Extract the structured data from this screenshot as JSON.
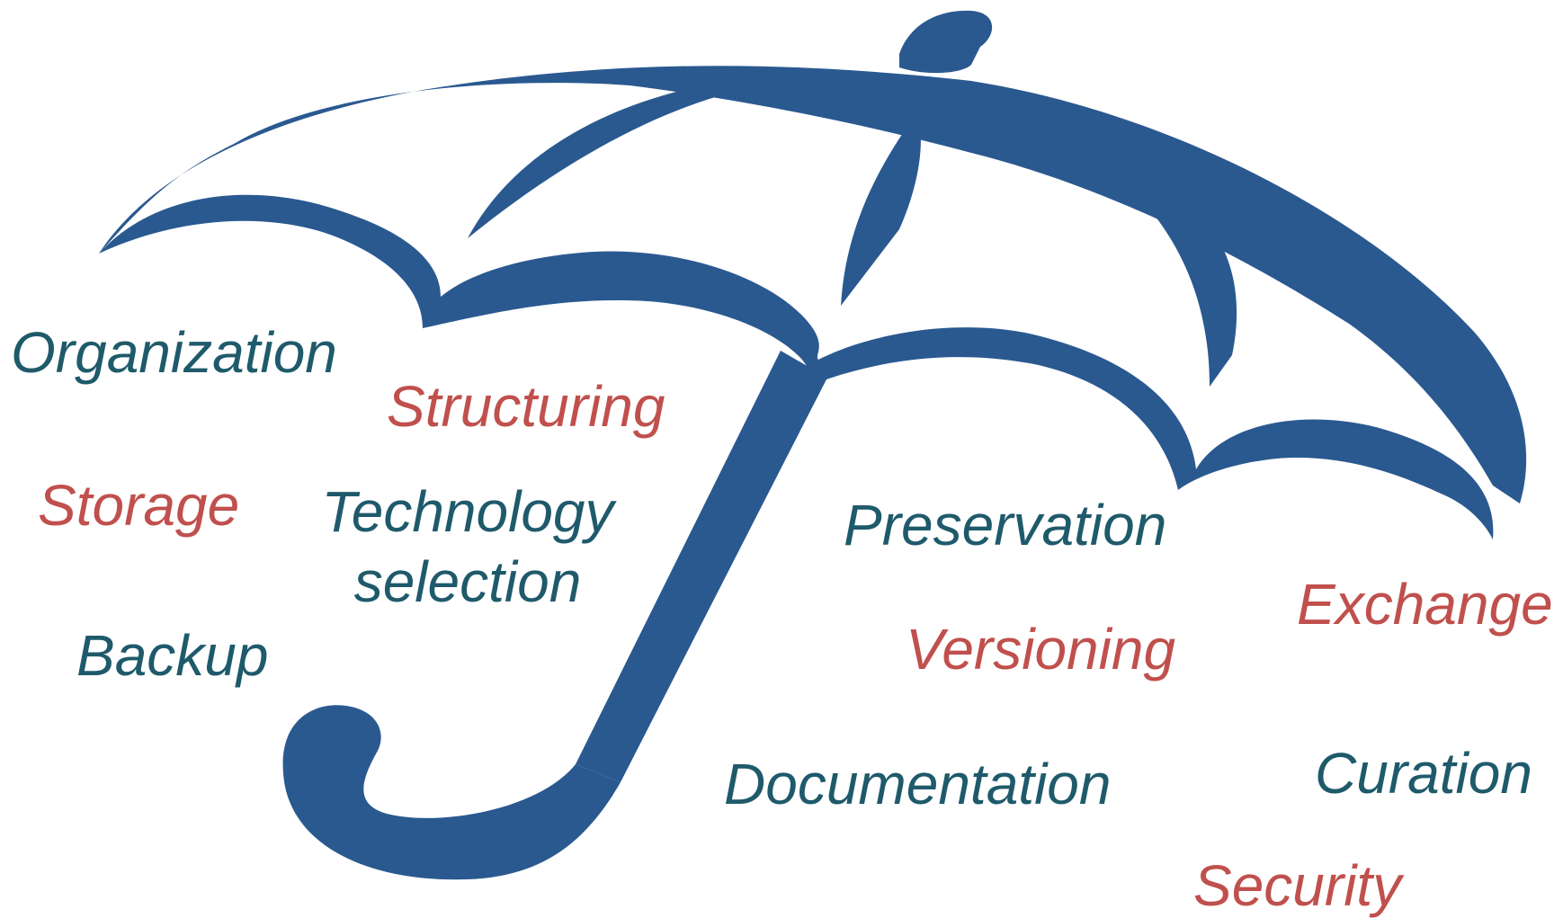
{
  "colors": {
    "umbrella": "#2a5990",
    "teal": "#1f5a6b",
    "red": "#c0504d"
  },
  "terms": {
    "organization": "Organization",
    "structuring": "Structuring",
    "storage": "Storage",
    "technology_line1": "Technology",
    "technology_line2": "selection",
    "backup": "Backup",
    "preservation": "Preservation",
    "exchange": "Exchange",
    "versioning": "Versioning",
    "documentation": "Documentation",
    "curation": "Curation",
    "security": "Security"
  }
}
